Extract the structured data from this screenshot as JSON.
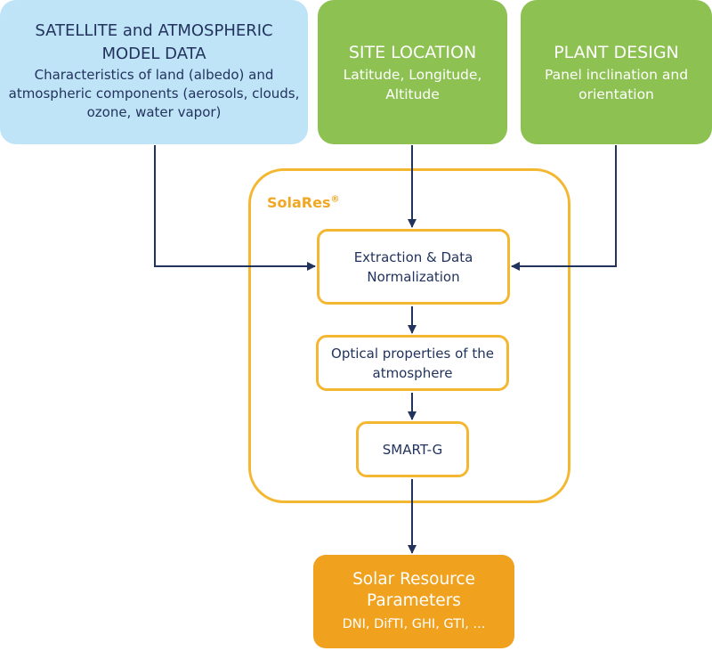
{
  "inputs": {
    "satellite": {
      "title": "SATELLITE and ATMOSPHERIC MODEL DATA",
      "description": "Characteristics of land (albedo) and atmospheric components (aerosols, clouds, ozone, water vapor)",
      "color": "#bfe3f7"
    },
    "site": {
      "title": "SITE LOCATION",
      "description": "Latitude, Longitude, Altitude",
      "color": "#8dc152"
    },
    "plant": {
      "title": "PLANT DESIGN",
      "description": "Panel inclination and orientation",
      "color": "#8dc152"
    }
  },
  "system": {
    "name": "SolaRes",
    "mark": "®",
    "color": "#f4b731"
  },
  "steps": [
    {
      "label": "Extraction & Data Normalization"
    },
    {
      "label": "Optical properties of the atmosphere"
    },
    {
      "label": "SMART-G"
    }
  ],
  "output": {
    "title": "Solar Resource Parameters",
    "description": "DNI, DifTI, GHI, GTI, ...",
    "color": "#f0a21e"
  },
  "arrow_color": "#22335e"
}
